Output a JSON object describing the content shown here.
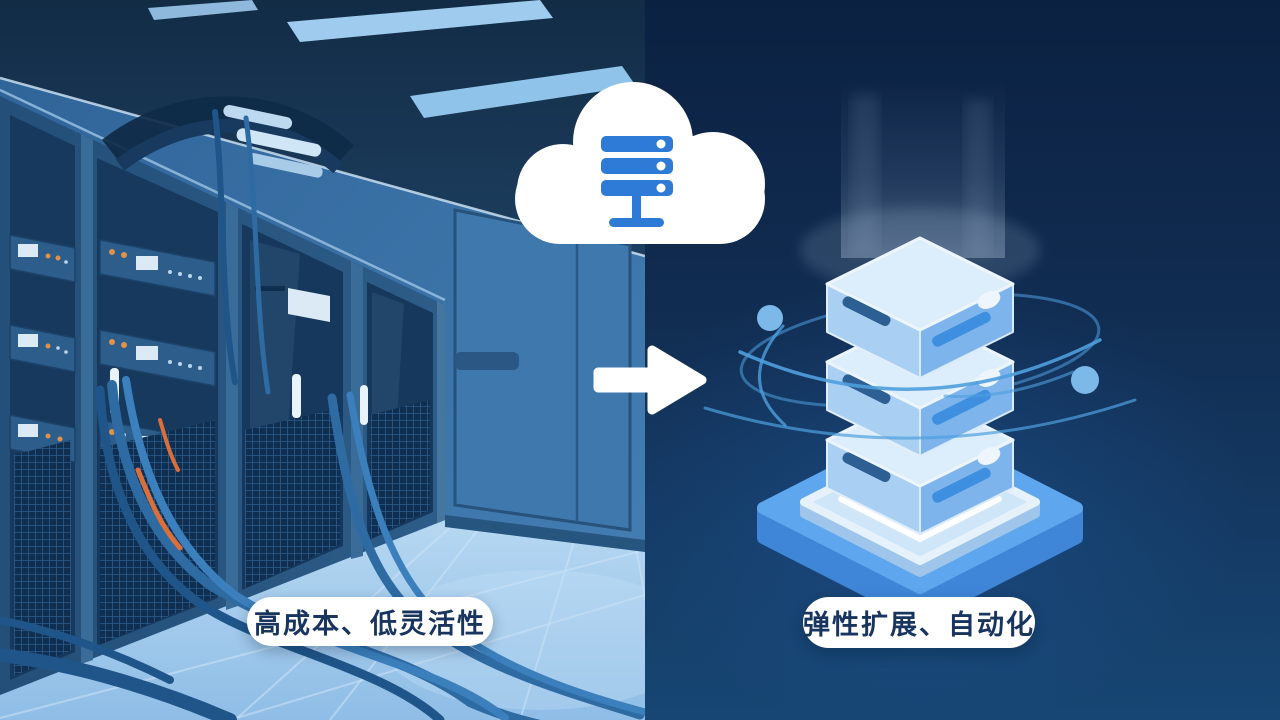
{
  "labels": {
    "left_caption": "高成本、低灵活性",
    "right_caption": "弹性扩展、自动化"
  },
  "icons": {
    "cloud": "cloud-icon",
    "cloud_server": "server-rack-icon",
    "transition_arrow": "arrow-right-icon",
    "server_stack": "isometric-server-stack-icon",
    "orbit_nodes": "orbit-node-icon",
    "ceiling_lights": "ceiling-light-panel",
    "server_racks": "server-rack-cabinets",
    "cables": "network-cables",
    "platform": "isometric-platform"
  },
  "colors": {
    "left_wall": "#3b74a8",
    "left_ceiling": "#17344f",
    "left_cabinet": "#1d4166",
    "left_floor": "#a6cdeb",
    "right_bg_top": "#0b2142",
    "right_bg_bottom": "#174674",
    "cloud": "#ffffff",
    "cloud_icon_blue": "#2d7bd6",
    "arrow": "#ffffff",
    "server_top_face": "#dceefb",
    "server_left_face": "#a9cff2",
    "server_right_face": "#7db4ec",
    "platform_top": "#5ea6ee",
    "platform_side": "#3f85d8",
    "orbit_stroke": "#4f9fde",
    "caption_text": "#17355f",
    "cable": "#2e6ba3",
    "cable_accent": "#d96f3a"
  }
}
